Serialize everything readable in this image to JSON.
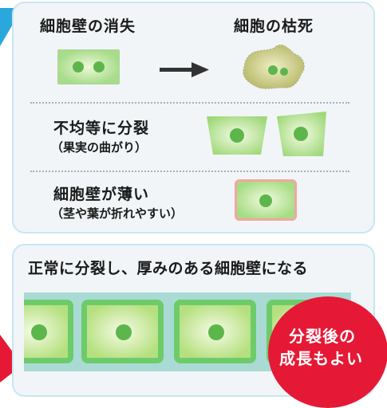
{
  "colors": {
    "accent_blue": "#2aa8dc",
    "accent_red": "#e51935",
    "cell_green": "#8fd27a",
    "nucleus_green": "#5db64c",
    "badge_text": "#ffffff"
  },
  "panel_top": {
    "row1": {
      "left_label": "細胞壁の消失",
      "right_label": "細胞の枯死",
      "arrow_icon": "arrow-right-icon"
    },
    "row2": {
      "title": "不均等に分裂",
      "note": "（果実の曲がり）"
    },
    "row3": {
      "title": "細胞壁が薄い",
      "note": "（茎や葉が折れやすい）"
    }
  },
  "panel_bottom": {
    "title": "正常に分裂し、厚みのある細胞壁になる",
    "badge": {
      "line1": "分裂後の",
      "line2": "成長もよい"
    }
  }
}
